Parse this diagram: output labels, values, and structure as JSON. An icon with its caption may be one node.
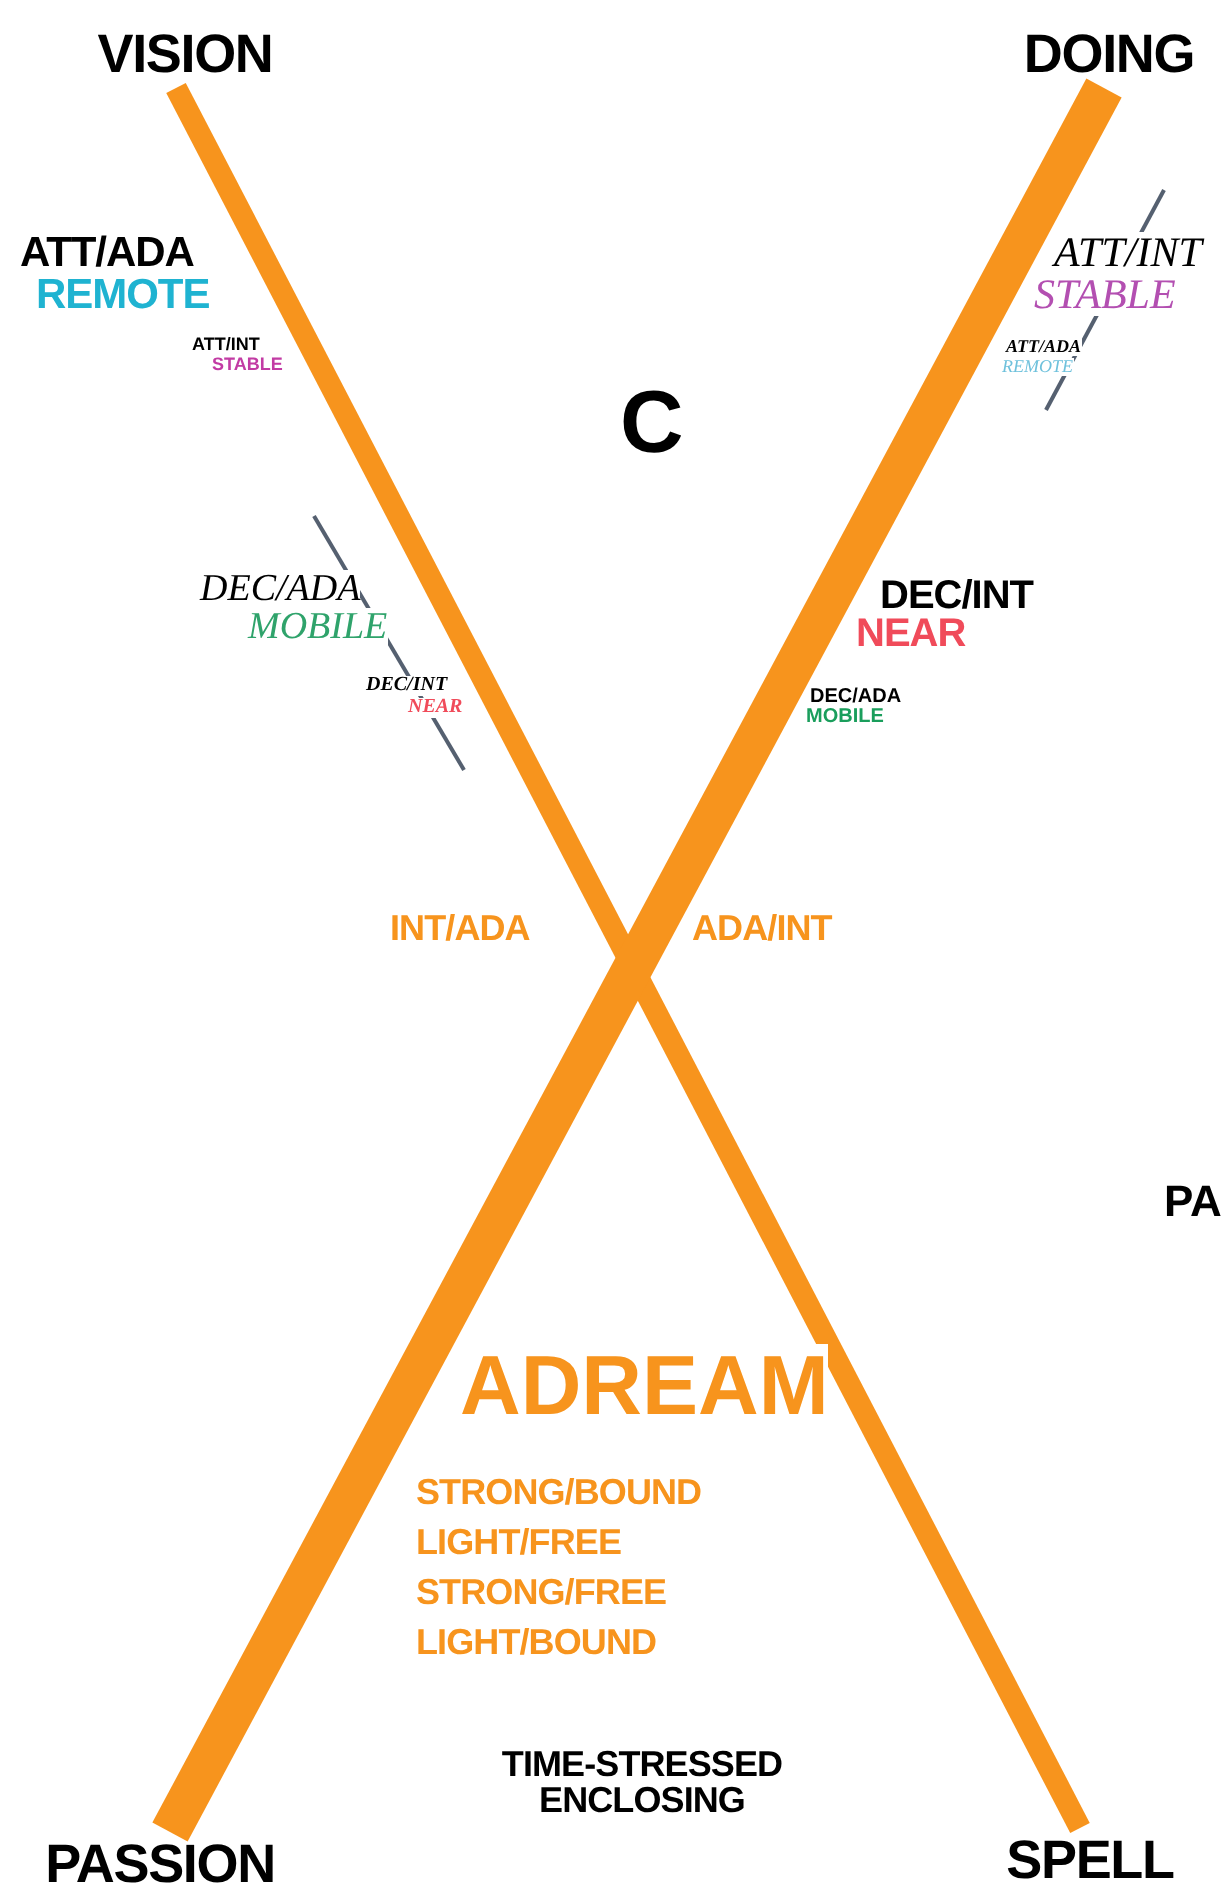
{
  "diagram": {
    "nodes": [
      {
        "text": [
          "VISION"
        ]
      },
      {
        "text": [
          "DOING"
        ]
      },
      {
        "text": [
          "PASSION"
        ]
      },
      {
        "text": [
          "SPELL"
        ]
      }
    ],
    "edges": [
      {
        "from": 0,
        "to": 3,
        "arrow": "none",
        "color": "#f7941d"
      },
      {
        "from": 1,
        "to": 2,
        "arrow": "none",
        "style": "thick",
        "color": "#f7941d"
      }
    ],
    "labels": [
      "ATT/ADA",
      "REMOTE",
      "ATT/INT",
      "STABLE",
      "ATT/INT",
      "STABLE",
      "ATT/ADA",
      "REMOTE",
      "C",
      "DEC/ADA",
      "MOBILE",
      "DEC/INT",
      "NEAR",
      "DEC/ADA",
      "MOBILE",
      "DEC/INT",
      "NEAR",
      "INT/ADA",
      "ADA/INT",
      "PA",
      "ADREAM",
      "STRONG/BOUND",
      "LIGHT/FREE",
      "STRONG/FREE",
      "LIGHT/BOUND",
      "TIME-STRESSED ENCLOSING"
    ]
  }
}
